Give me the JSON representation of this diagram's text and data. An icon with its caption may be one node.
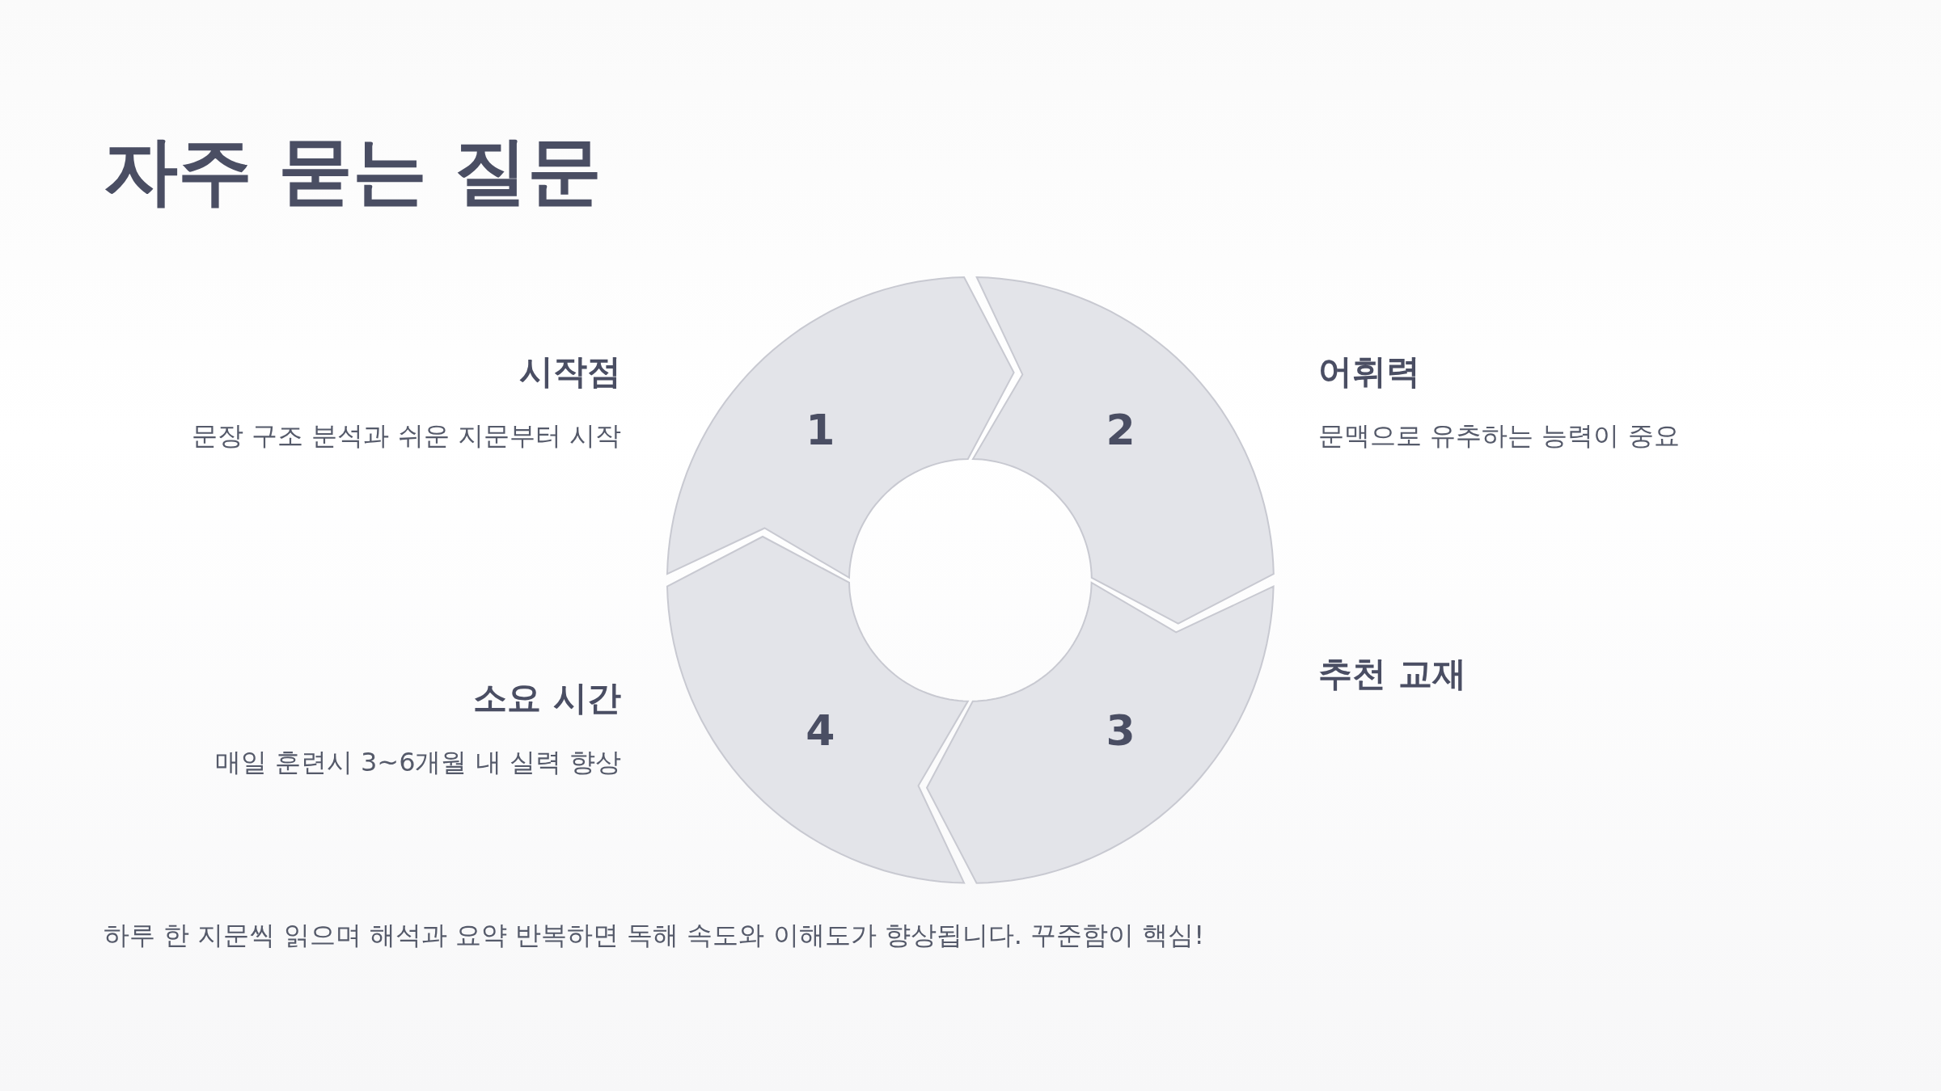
{
  "diagram": {
    "title": "자주 묻는 질문",
    "nodes": [
      {
        "text": [
          "1"
        ]
      },
      {
        "text": [
          "2"
        ]
      },
      {
        "text": [
          "3"
        ]
      },
      {
        "text": [
          "4"
        ]
      }
    ],
    "labels": [
      "시작점",
      "문장 구조 분석과 쉬운 지문부터 시작",
      "어휘력",
      "문맥으로 유추하는 능력이 중요",
      "소요 시간",
      "매일 훈련시 3~6개월 내 실력 향상",
      "추천 교재",
      "하루 한 지문씩 읽으며 해석과 요약 반복하면 독해 속도와 이해도가 향상됩니다. 꾸준함이 핵심!"
    ]
  }
}
